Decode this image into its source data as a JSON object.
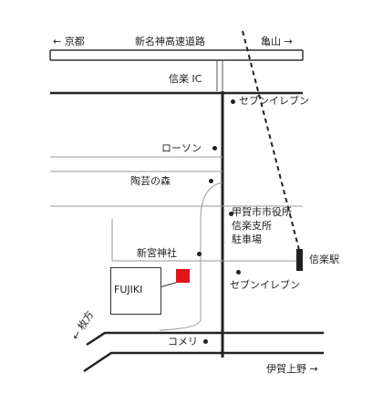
{
  "map": {
    "highway": {
      "name": "新名神高速道路",
      "west_direction": "← 京都",
      "east_direction": "亀山 →"
    },
    "interchange": "信楽 IC",
    "landmarks": {
      "seven_eleven_north": "セブンイレブン",
      "lawson": "ローソン",
      "toge_no_mori": "陶芸の森",
      "city_office_parking": [
        "甲賀市市役所",
        "信楽支所",
        "駐車場"
      ],
      "shingu_shrine": "新宮神社",
      "seven_eleven_south": "セブンイレブン",
      "komeri": "コメリ"
    },
    "destination": "FUJIKI",
    "station": "信楽駅",
    "directions": {
      "hirakata": "← 枚方",
      "iga_ueno": "伊賀上野 →"
    },
    "colors": {
      "road": "#222222",
      "minor_road": "#999999",
      "destination_marker": "#e2141b"
    }
  }
}
